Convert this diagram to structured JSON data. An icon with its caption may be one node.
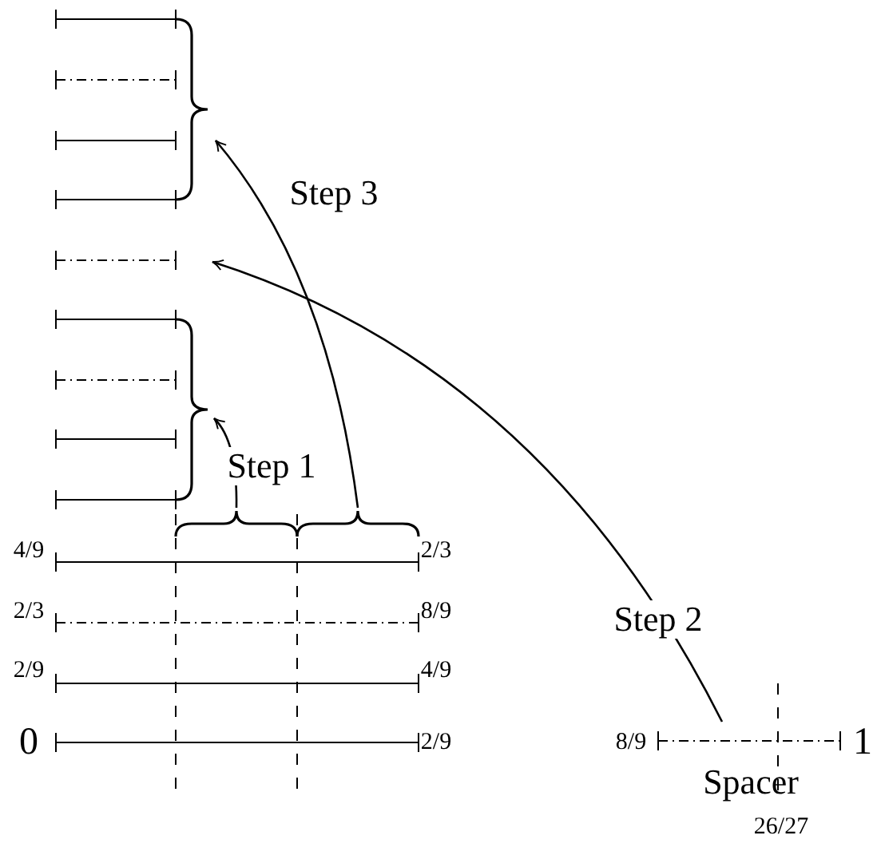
{
  "diagram": {
    "nodes": [
      {
        "text": [],
        "shape": "brace"
      },
      {
        "text": [],
        "shape": "line"
      },
      {
        "text": [],
        "shape": "brace"
      },
      {
        "text": [],
        "shape": "brace"
      },
      {
        "text": [],
        "shape": "brace"
      },
      {
        "text": [],
        "shape": "line",
        "beside": [
          "8/9",
          "1",
          "Spacer"
        ]
      }
    ],
    "edges": [
      {
        "from": 3,
        "to": 2,
        "arrow": "to",
        "label": "Step 1"
      },
      {
        "from": 5,
        "to": 1,
        "arrow": "to",
        "label": "Step 2"
      },
      {
        "from": 4,
        "to": 0,
        "arrow": "to",
        "label": "Step 3"
      }
    ],
    "labels": [
      "4/9",
      "2/3",
      "2/3",
      "8/9",
      "2/9",
      "4/9",
      "0",
      "2/9",
      "26/27"
    ]
  }
}
